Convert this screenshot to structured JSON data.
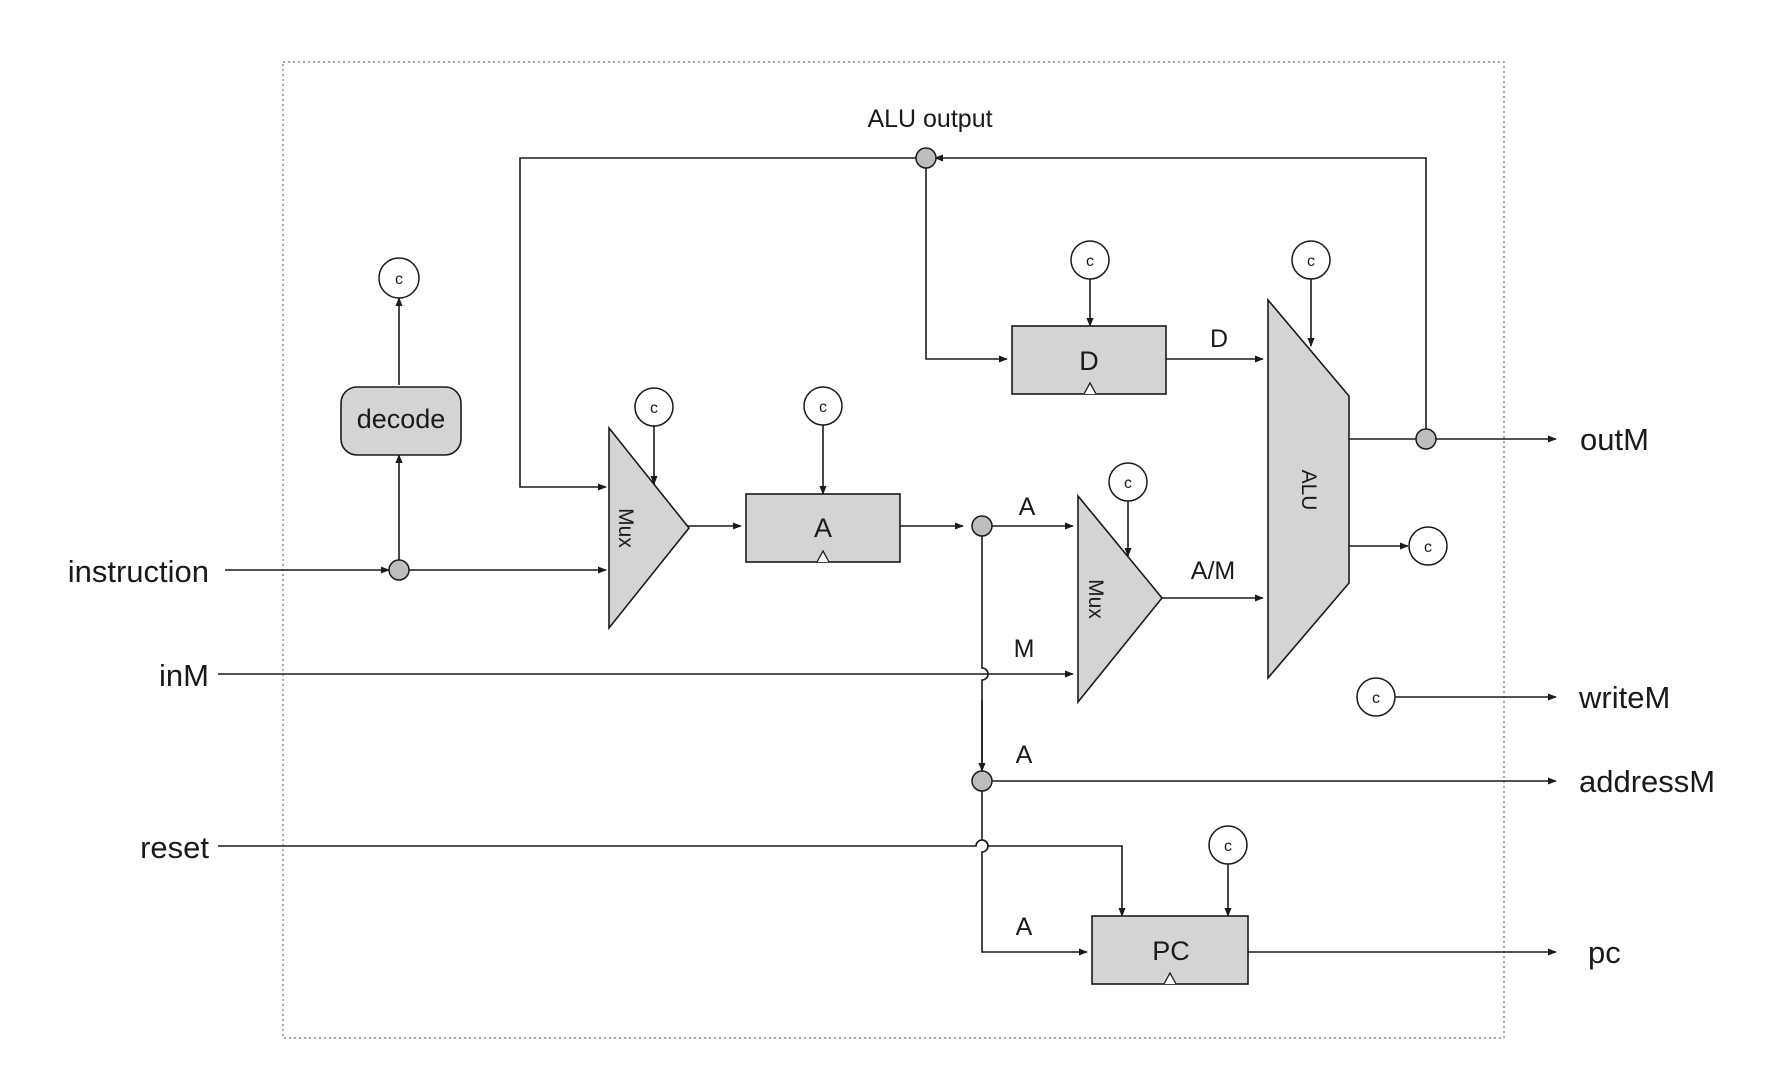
{
  "inputs": {
    "instruction": "instruction",
    "inM": "inM",
    "reset": "reset"
  },
  "outputs": {
    "outM": "outM",
    "writeM": "writeM",
    "addressM": "addressM",
    "pc": "pc"
  },
  "blocks": {
    "decode": "decode",
    "mux_a": "Mux",
    "a_reg": "A",
    "d_reg": "D",
    "mux_am": "Mux",
    "alu": "ALU",
    "pc": "PC"
  },
  "wire_labels": {
    "alu_output": "ALU output",
    "d": "D",
    "a_to_mux": "A",
    "a_m": "A/M",
    "m": "M",
    "a_to_address": "A",
    "a_to_pc": "A"
  },
  "control_symbol": "c"
}
